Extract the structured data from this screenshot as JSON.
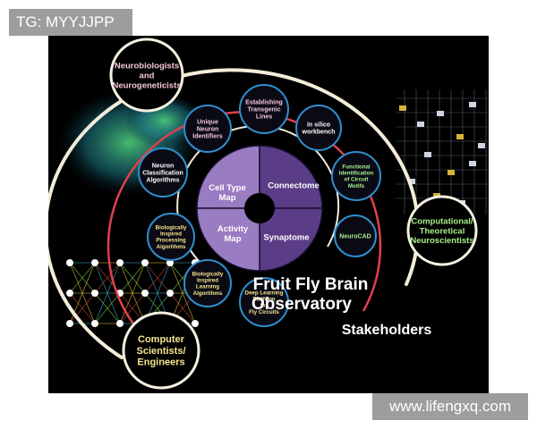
{
  "overlay": {
    "tag_label": "TG: MYYJJPP",
    "watermark": "www.lifengxq.com"
  },
  "colors": {
    "background": "#000000",
    "outer_ring": "#f3ecd8",
    "red_ring": "#e0404a",
    "inner_ring": "#f3ecd8",
    "node_fill": "#0a0a14",
    "node_stroke": "#2f8fcf",
    "stakeholder_fill": "#000000",
    "stakeholder_stroke": "#f5f0e0",
    "segment_light": "#9a7cc2",
    "segment_dark": "#5b3d87",
    "segment_hole": "#000000",
    "label_pink": "#f4c8d8",
    "label_yellow": "#f6e58d",
    "label_green": "#a8f08c",
    "label_blue": "#bde0ff",
    "label_white": "#ffffff"
  },
  "stakeholders": [
    {
      "id": "neuro",
      "text": [
        "Neurobiologists",
        "and",
        "Neurogeneticists"
      ],
      "color": "label_pink"
    },
    {
      "id": "comp",
      "text": [
        "Computational/",
        "Theoretical",
        "Neuroscientists"
      ],
      "color": "label_green"
    },
    {
      "id": "cs",
      "text": [
        "Computer",
        "Scientists/",
        "Engineers"
      ],
      "color": "label_yellow"
    }
  ],
  "nodes": [
    {
      "id": "unique",
      "text": [
        "Unique",
        "Neuron",
        "Identifiers"
      ],
      "color": "label_pink"
    },
    {
      "id": "transgenic",
      "text": [
        "Establishing",
        "Transgenic",
        "Lines"
      ],
      "color": "label_pink"
    },
    {
      "id": "insilico",
      "text": [
        "in silico",
        "workbench"
      ],
      "color": "label_white"
    },
    {
      "id": "functional",
      "text": [
        "Functional",
        "Identification",
        "of Circuit",
        "Motifs"
      ],
      "color": "label_green"
    },
    {
      "id": "neurocad",
      "text": [
        "NeuroCAD"
      ],
      "color": "label_green"
    },
    {
      "id": "deeplearning",
      "text": [
        "Deep Learning",
        "Platform",
        "for",
        "Fly Circuits"
      ],
      "color": "label_yellow"
    },
    {
      "id": "learning",
      "text": [
        "Biologically",
        "Inspired",
        "Learning",
        "Algorithms"
      ],
      "color": "label_yellow"
    },
    {
      "id": "processing",
      "text": [
        "Biologically",
        "Inspired",
        "Processing",
        "Algorithms"
      ],
      "color": "label_yellow"
    },
    {
      "id": "classification",
      "text": [
        "Neuron",
        "Classification",
        "Algorithms"
      ],
      "color": "label_white"
    }
  ],
  "segments": [
    {
      "id": "celltype",
      "text": [
        "Cell Type",
        "Map"
      ]
    },
    {
      "id": "connectome",
      "text": [
        "Connectome"
      ]
    },
    {
      "id": "synaptome",
      "text": [
        "Synaptome"
      ]
    },
    {
      "id": "activity",
      "text": [
        "Activity",
        "Map"
      ]
    }
  ],
  "title": {
    "line1": "Fruit Fly Brain",
    "line2": "Observatory"
  },
  "stakeholders_heading": "Stakeholders"
}
